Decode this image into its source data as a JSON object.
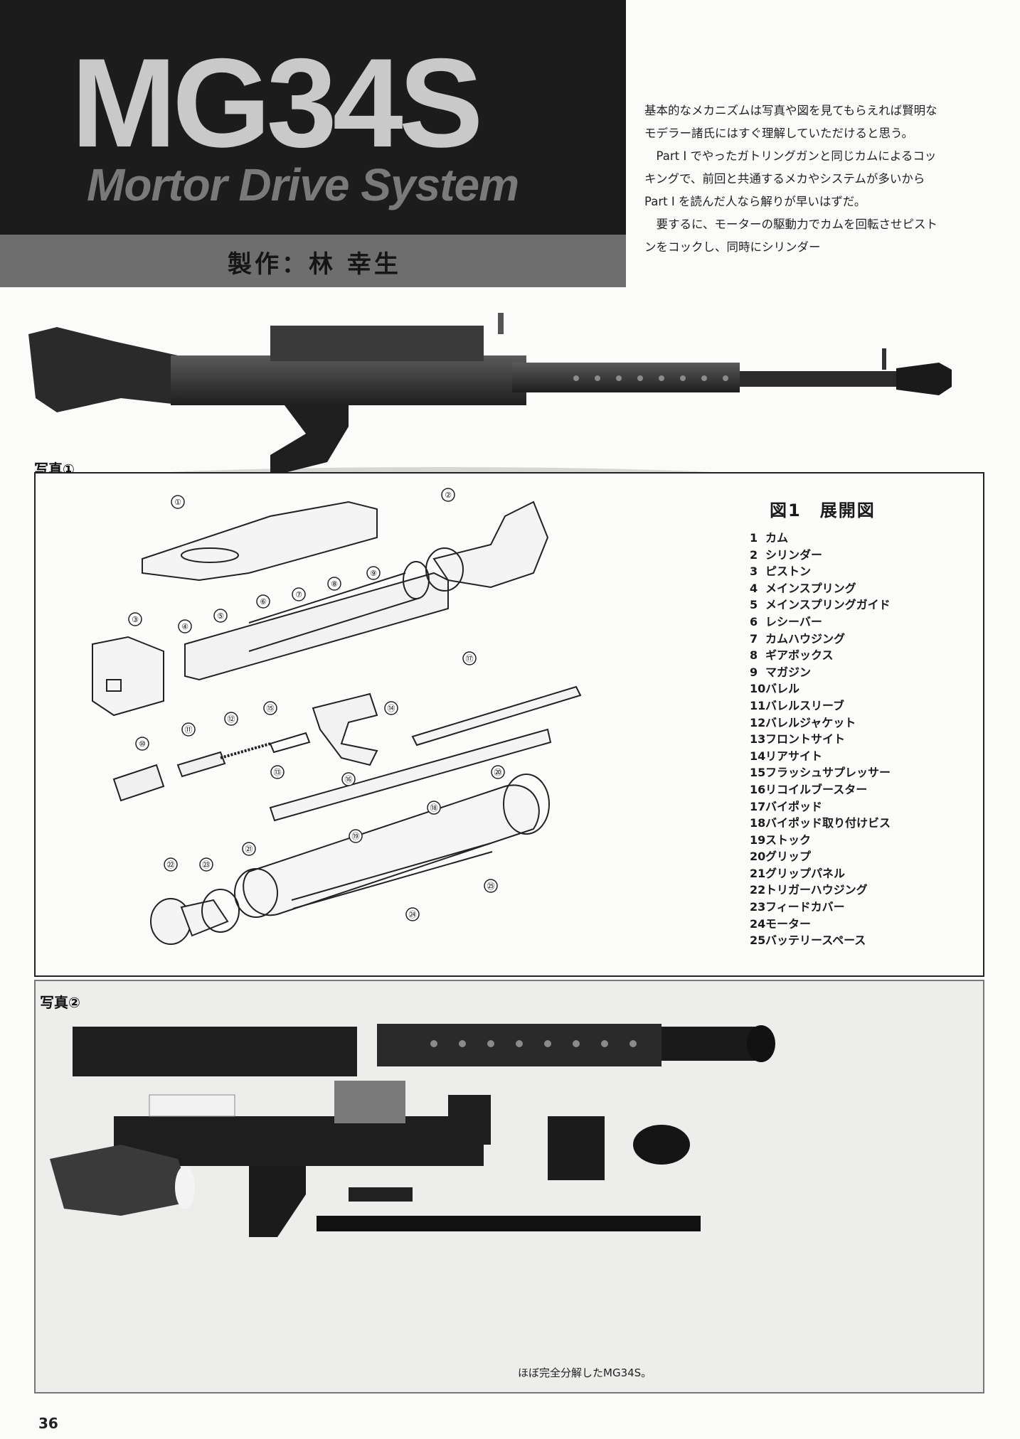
{
  "header": {
    "title": "MG34S",
    "subtitle": "Mortor Drive System",
    "author": "製作：林 幸生"
  },
  "intro": {
    "paragraphs": [
      "基本的なメカニズムは写真や図を見てもらえれば賢明なモデラー諸氏にはすぐ理解していただけると思う。",
      "Part I でやったガトリングガンと同じカムによるコッキングで、前回と共通するメカやシステムが多いからPart I を読んだ人なら解りが早いはずだ。",
      "要するに、モーターの駆動力でカムを回転させピストンをコックし、同時にシリンダー"
    ]
  },
  "photo1": {
    "label": "写真①"
  },
  "diagram": {
    "title": "図1　展開図",
    "parts": [
      {
        "num": "1",
        "name": "カム"
      },
      {
        "num": "2",
        "name": "シリンダー"
      },
      {
        "num": "3",
        "name": "ピストン"
      },
      {
        "num": "4",
        "name": "メインスプリング"
      },
      {
        "num": "5",
        "name": "メインスプリングガイド"
      },
      {
        "num": "6",
        "name": "レシーバー"
      },
      {
        "num": "7",
        "name": "カムハウジング"
      },
      {
        "num": "8",
        "name": "ギアボックス"
      },
      {
        "num": "9",
        "name": "マガジン"
      },
      {
        "num": "10",
        "name": "バレル"
      },
      {
        "num": "11",
        "name": "バレルスリーブ"
      },
      {
        "num": "12",
        "name": "バレルジャケット"
      },
      {
        "num": "13",
        "name": "フロントサイト"
      },
      {
        "num": "14",
        "name": "リアサイト"
      },
      {
        "num": "15",
        "name": "フラッシュサプレッサー"
      },
      {
        "num": "16",
        "name": "リコイルブースター"
      },
      {
        "num": "17",
        "name": "バイポッド"
      },
      {
        "num": "18",
        "name": "バイポッド取り付けビス"
      },
      {
        "num": "19",
        "name": "ストック"
      },
      {
        "num": "20",
        "name": "グリップ"
      },
      {
        "num": "21",
        "name": "グリップパネル"
      },
      {
        "num": "22",
        "name": "トリガーハウジング"
      },
      {
        "num": "23",
        "name": "フィードカバー"
      },
      {
        "num": "24",
        "name": "モーター"
      },
      {
        "num": "25",
        "name": "バッテリースペース"
      }
    ],
    "callouts": [
      "①",
      "②",
      "③",
      "④",
      "⑤",
      "⑥",
      "⑦",
      "⑧",
      "⑨",
      "⑩",
      "⑪",
      "⑫",
      "⑬",
      "⑭",
      "⑮",
      "⑯",
      "⑰",
      "⑱",
      "⑲",
      "⑳",
      "㉑",
      "㉒",
      "㉓",
      "㉔",
      "㉕"
    ]
  },
  "photo2": {
    "label": "写真②",
    "caption": "ほぼ完全分解したMG34S。"
  },
  "footer": {
    "page_number": "36"
  }
}
